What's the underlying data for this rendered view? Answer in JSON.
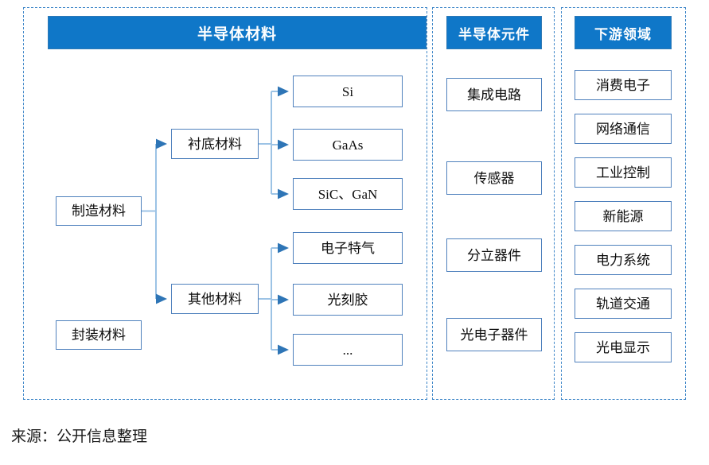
{
  "source_note": "来源：公开信息整理",
  "colors": {
    "header_fill": "#0F77C8",
    "header_text": "#FFFFFF",
    "node_border": "#4F81BD",
    "panel_dashed_border": "#3E86C8",
    "connector": "#9CC3E5",
    "arrow": "#2E75B6",
    "background": "#FFFFFF"
  },
  "panels": [
    {
      "id": "materials",
      "header": "半导体材料"
    },
    {
      "id": "devices",
      "header": "半导体元件"
    },
    {
      "id": "apps",
      "header": "下游领域"
    }
  ],
  "materials": {
    "header": "半导体材料",
    "level1": [
      {
        "label": "制造材料"
      },
      {
        "label": "封装材料"
      }
    ],
    "level2": [
      {
        "label": "衬底材料"
      },
      {
        "label": "其他材料"
      }
    ],
    "substrate_children": [
      {
        "label": "Si"
      },
      {
        "label": "GaAs"
      },
      {
        "label": "SiC、GaN"
      }
    ],
    "other_children": [
      {
        "label": "电子特气"
      },
      {
        "label": "光刻胶"
      },
      {
        "label": "..."
      }
    ]
  },
  "devices": {
    "header": "半导体元件",
    "items": [
      {
        "label": "集成电路"
      },
      {
        "label": "传感器"
      },
      {
        "label": "分立器件"
      },
      {
        "label": "光电子器件"
      }
    ]
  },
  "apps": {
    "header": "下游领域",
    "items": [
      {
        "label": "消费电子"
      },
      {
        "label": "网络通信"
      },
      {
        "label": "工业控制"
      },
      {
        "label": "新能源"
      },
      {
        "label": "电力系统"
      },
      {
        "label": "轨道交通"
      },
      {
        "label": "光电显示"
      }
    ]
  }
}
